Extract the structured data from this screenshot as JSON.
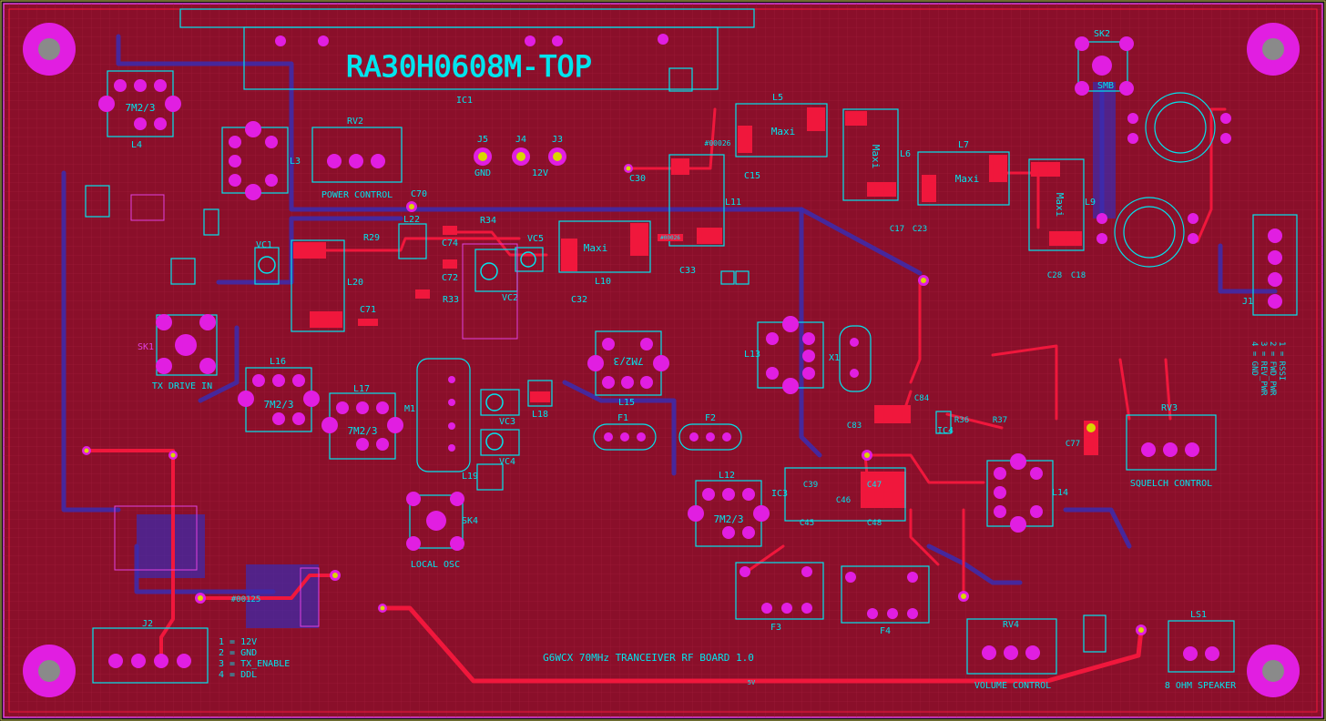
{
  "board": {
    "colors": {
      "background": "#8a0f2a",
      "copper": "#f0173c",
      "silk": "#00e5ee",
      "pad": "#e11ee1",
      "bottom_trace": "#3a2bb0",
      "mount_hole": "#8a8a8a"
    },
    "title": "G6WCX 70MHz TRANCEIVER RF BOARD 1.0",
    "pa_module": "RA30H0608M-TOP",
    "pa_ref": "IC1",
    "connector_labels": {
      "gnd": "GND",
      "v12": "12V",
      "j5": "J5",
      "j4": "J4",
      "j3": "J3"
    },
    "pot_labels": {
      "power": "POWER CONTROL",
      "squelch": "SQUELCH CONTROL",
      "volume": "VOLUME CONTROL",
      "rv2": "RV2",
      "rv3": "RV3",
      "rv4": "RV4"
    },
    "other_labels": {
      "tx_drive": "TX DRIVE IN",
      "local_osc": "LOCAL OSC",
      "speaker": "8 OHM SPEAKER",
      "ls1": "LS1",
      "sk1": "SK1",
      "sk2": "SK2",
      "sk4": "SK4",
      "smb": "SMB",
      "j1": "J1",
      "j2": "J2",
      "ic4": "IC4",
      "x1": "X1",
      "f1": "F1",
      "f2": "F2",
      "f3": "F3",
      "f4": "F4",
      "net_1": "#00125",
      "net_2": "#00026",
      "net_3": "#00026",
      "net_5v": "5V",
      "m1": "M1"
    },
    "j1_legend": [
      "1 = RSSI",
      "2 = FWD_PWR",
      "3 = REV_PWR",
      "4 = GND"
    ],
    "j2_legend": [
      "1 = 12V",
      "2 = GND",
      "3 = TX_ENABLE",
      "4 = DDL"
    ],
    "inductors": {
      "l4": "L4",
      "l3": "L3",
      "l16": "L16",
      "l17": "L17",
      "l15": "L15",
      "l13": "L13",
      "l12": "L12",
      "l14": "L14",
      "l5": "L5",
      "l6": "L6",
      "l7": "L7",
      "l9": "L9",
      "l10": "L10",
      "l11": "L11",
      "l20": "L20",
      "l22": "L22",
      "l18": "L18",
      "l19": "L19",
      "coil_type": "7M2/3",
      "maxi": "Maxi"
    },
    "refdes": {
      "r29": "R29",
      "r34": "R34",
      "r33": "R33",
      "r36": "R36",
      "r37": "R37",
      "c70": "C70",
      "c74": "C74",
      "c72": "C72",
      "c71": "C71",
      "c30": "C30",
      "c15": "C15",
      "c32": "C32",
      "c33": "C33",
      "c39": "C39",
      "c45": "C45",
      "c46": "C46",
      "c47": "C47",
      "c48": "C48",
      "c84": "C84",
      "c83": "C83",
      "c77": "C77",
      "c23": "C23",
      "c17": "C17",
      "c18": "C18",
      "c28": "C28",
      "vc1": "VC1",
      "vc2": "VC2",
      "vc3": "VC3",
      "vc4": "VC4",
      "vc5": "VC5",
      "ic3": "IC3"
    }
  }
}
